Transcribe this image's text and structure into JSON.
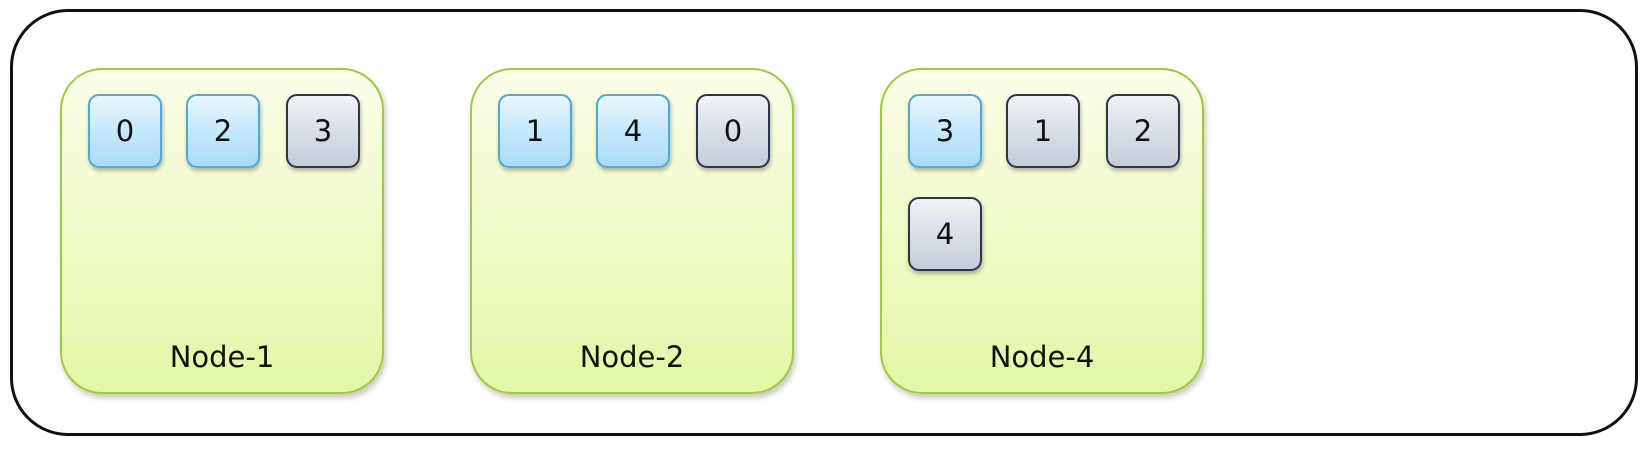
{
  "nodes": [
    {
      "label": "Node-1",
      "shards": [
        {
          "value": "0",
          "kind": "primary"
        },
        {
          "value": "2",
          "kind": "primary"
        },
        {
          "value": "3",
          "kind": "replica"
        }
      ]
    },
    {
      "label": "Node-2",
      "shards": [
        {
          "value": "1",
          "kind": "primary"
        },
        {
          "value": "4",
          "kind": "primary"
        },
        {
          "value": "0",
          "kind": "replica"
        }
      ]
    },
    {
      "label": "Node-4",
      "shards": [
        {
          "value": "3",
          "kind": "primary"
        },
        {
          "value": "1",
          "kind": "replica"
        },
        {
          "value": "2",
          "kind": "replica"
        },
        {
          "value": "4",
          "kind": "replica"
        }
      ]
    }
  ],
  "colors": {
    "primary_fill": "#bfe6fb",
    "primary_border": "#4fa8d8",
    "replica_fill": "#d5dbe3",
    "replica_border": "#2b3550",
    "node_fill": "#eefbc4",
    "node_border": "#9ccc3c"
  }
}
